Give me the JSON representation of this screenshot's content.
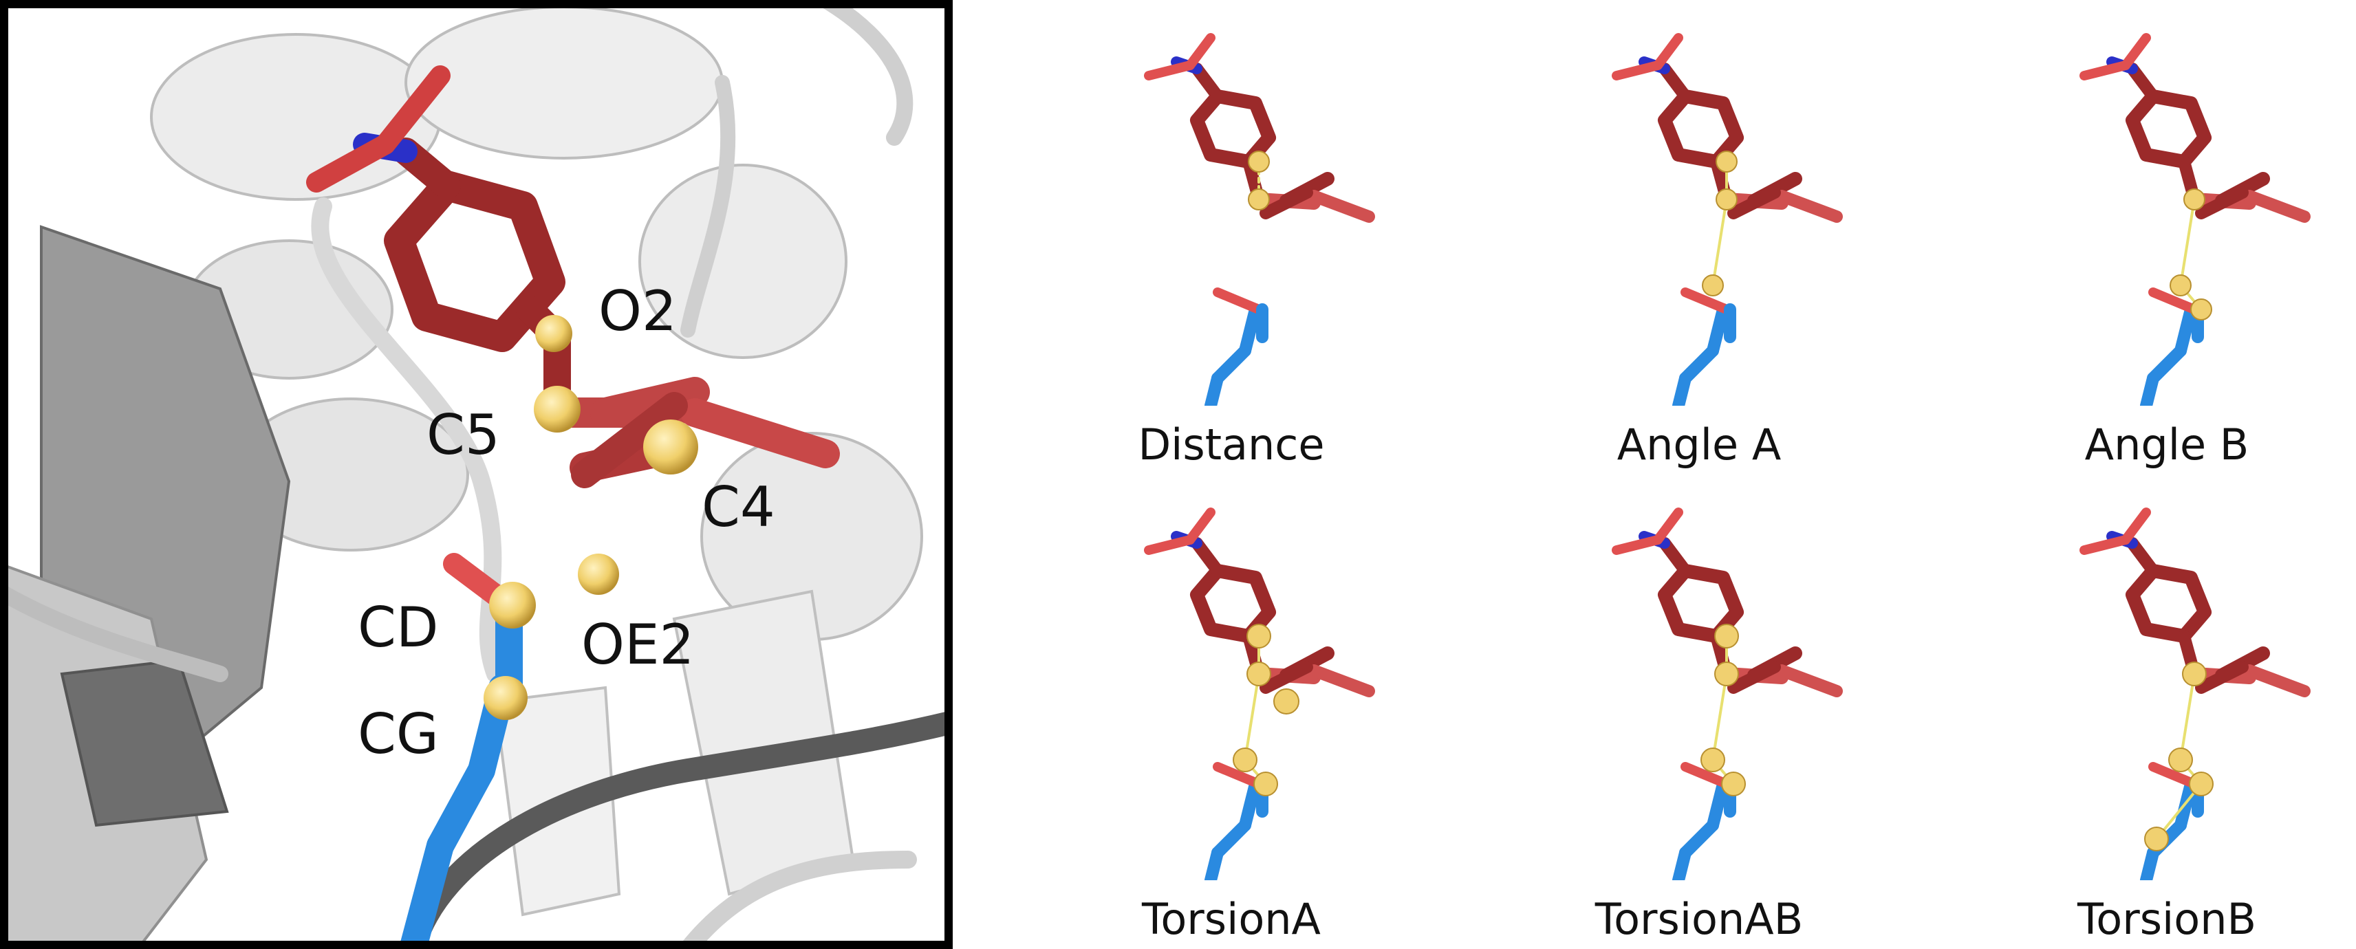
{
  "main_panel": {
    "atom_labels": {
      "o2": "O2",
      "c5": "C5",
      "c4": "C4",
      "cd": "CD",
      "oe2": "OE2",
      "cg": "CG"
    }
  },
  "measurements": [
    {
      "label": "Distance"
    },
    {
      "label": "Angle A"
    },
    {
      "label": "Angle B"
    },
    {
      "label": "TorsionA"
    },
    {
      "label": "TorsionAB"
    },
    {
      "label": "TorsionB"
    }
  ],
  "colors": {
    "ligand": "#9b2a2a",
    "ligand_light": "#d05050",
    "nitrogen": "#2a30c8",
    "oxygen": "#e05050",
    "residue": "#2a8ae0",
    "selected_atom": "#f0d070",
    "measure_line": "#e8e070",
    "ribbon_light": "#e6e6e6",
    "ribbon_dark": "#8a8a8a",
    "border": "#000000"
  }
}
